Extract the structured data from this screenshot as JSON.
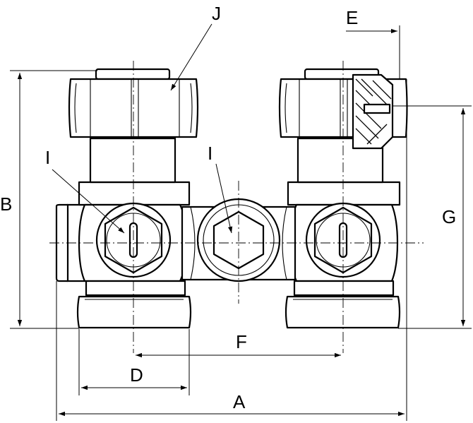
{
  "labels": {
    "A": "A",
    "B": "B",
    "D": "D",
    "E": "E",
    "F": "F",
    "G": "G",
    "I_left": "I",
    "I_center": "I",
    "J": "J"
  },
  "colors": {
    "line": "#000000",
    "background": "#ffffff"
  }
}
